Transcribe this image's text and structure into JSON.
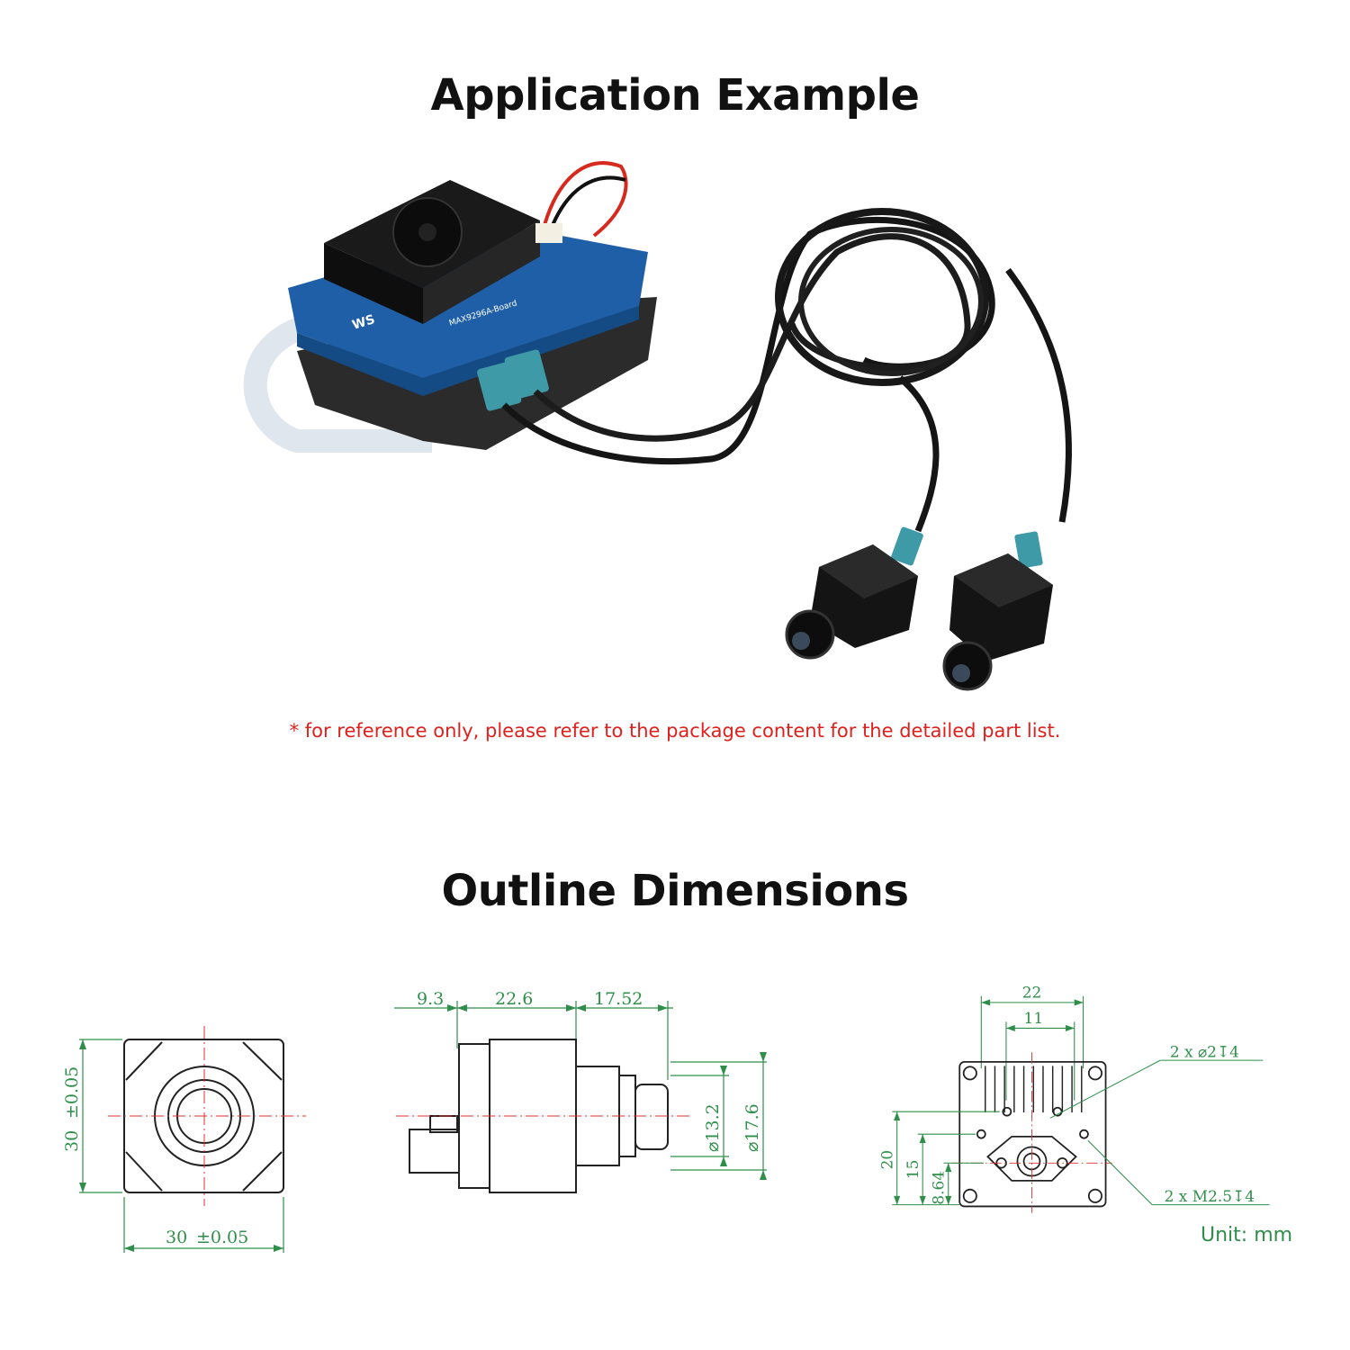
{
  "headings": {
    "application": "Application Example",
    "outline": "Outline Dimensions"
  },
  "note": "* for reference only, please refer to the package content for the detailed part list.",
  "photo": {
    "board_label": "MAX9296A-Board",
    "logo_text": "WS"
  },
  "front_view": {
    "height": "30",
    "height_tol": "±0.05",
    "width": "30",
    "width_tol": "±0.05"
  },
  "side_view": {
    "len_a": "9.3",
    "len_b": "22.6",
    "len_c": "17.52",
    "dia_a": "⌀13.2",
    "dia_b": "⌀17.6"
  },
  "back_view": {
    "width_outer": "22",
    "width_inner": "11",
    "h_a": "20",
    "h_b": "15",
    "h_c": "8.64",
    "hole_note_a": "2 x ⌀2↧4",
    "hole_note_b": "2 x M2.5↧4"
  },
  "unit": "Unit: mm",
  "colors": {
    "title": "#111111",
    "note": "#e0201c",
    "dimension": "#2f8f4a",
    "centerline": "#e03030",
    "pcb": "#1f5fa8",
    "connector": "#3f9aa8"
  }
}
